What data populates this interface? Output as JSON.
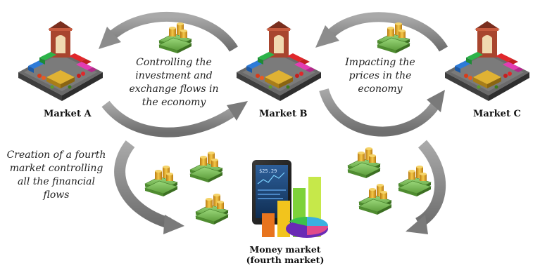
{
  "markets": {
    "a_label": "Market A",
    "b_label": "Market B",
    "c_label": "Market C"
  },
  "notes": {
    "control": [
      "Controlling the",
      "investment and",
      "exchange flows in",
      "the economy"
    ],
    "impact": [
      "Impacting the",
      "prices in the",
      "economy"
    ],
    "creation": [
      "Creation of a fourth",
      "market controlling",
      "all the financial",
      "flows"
    ]
  },
  "money_market": {
    "line1": "Money market",
    "line2": "(fourth market)",
    "screen_text": "$25.29"
  },
  "colors": {
    "arrow": "#8c8c8c",
    "bill": "#7fc25a",
    "coin": "#e2a72a",
    "pavement": "#5a5a5a",
    "gate": "#a8452e"
  }
}
